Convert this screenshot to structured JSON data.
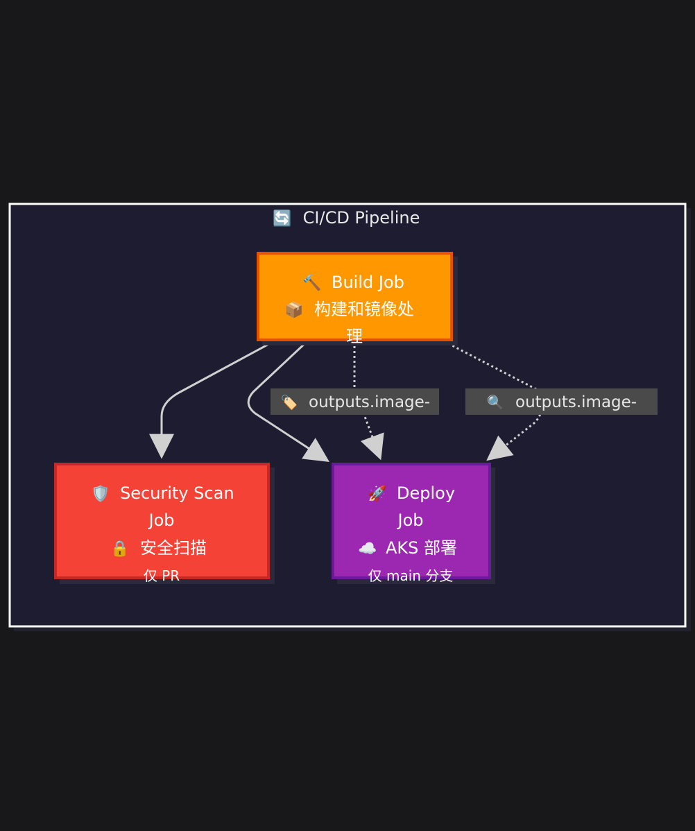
{
  "cluster": {
    "icon": "🔄",
    "title": "CI/CD Pipeline",
    "background": "#1e1c30",
    "border": "#ffffff"
  },
  "nodes": {
    "build": {
      "line1_icon": "🔨",
      "line1": "Build Job",
      "line2_icon": "📦",
      "line2": "构建和镜像处",
      "line3": "理",
      "fill": "#ff9800",
      "stroke": "#e65100"
    },
    "security": {
      "line1_icon": "🛡️",
      "line1": "Security Scan",
      "line2": "Job",
      "line3_icon": "🔒",
      "line3": "安全扫描",
      "line4": "仅 PR",
      "fill": "#f44336",
      "stroke": "#c62828"
    },
    "deploy": {
      "line1_icon": "🚀",
      "line1": "Deploy",
      "line2": "Job",
      "line3_icon": "☁️",
      "line3": "AKS 部署",
      "line4": "仅 main 分支",
      "fill": "#9c27b0",
      "stroke": "#6a1b9a"
    }
  },
  "edge_labels": {
    "tag_output": {
      "icon": "🏷️",
      "text": "outputs.image-"
    },
    "digest_output": {
      "icon": "🔍",
      "text": "outputs.image-"
    }
  },
  "colors": {
    "edge": "#d0d0d0",
    "label_bg": "#4a4a4a",
    "shadow": "#2a2a3c"
  }
}
